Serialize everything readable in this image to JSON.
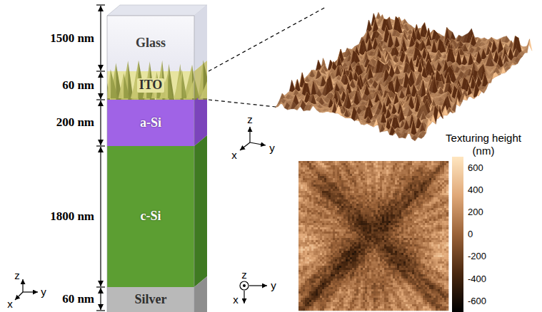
{
  "diagram": {
    "nodes": [
      {
        "text": [
          "Glass"
        ]
      },
      {
        "text": [
          "ITO"
        ]
      },
      {
        "text": [
          "a-Si"
        ]
      },
      {
        "text": [
          "c-Si"
        ]
      },
      {
        "text": [
          "Silver"
        ]
      }
    ],
    "labels": [
      "1500 nm",
      "60 nm",
      "200 nm",
      "1800 nm",
      "60 nm",
      "Texturing height (nm)",
      "600",
      "400",
      "200",
      "0",
      "-200",
      "-400",
      "-600",
      "z",
      "x",
      "y",
      "z",
      "x",
      "y",
      "z",
      "y",
      "x"
    ]
  }
}
